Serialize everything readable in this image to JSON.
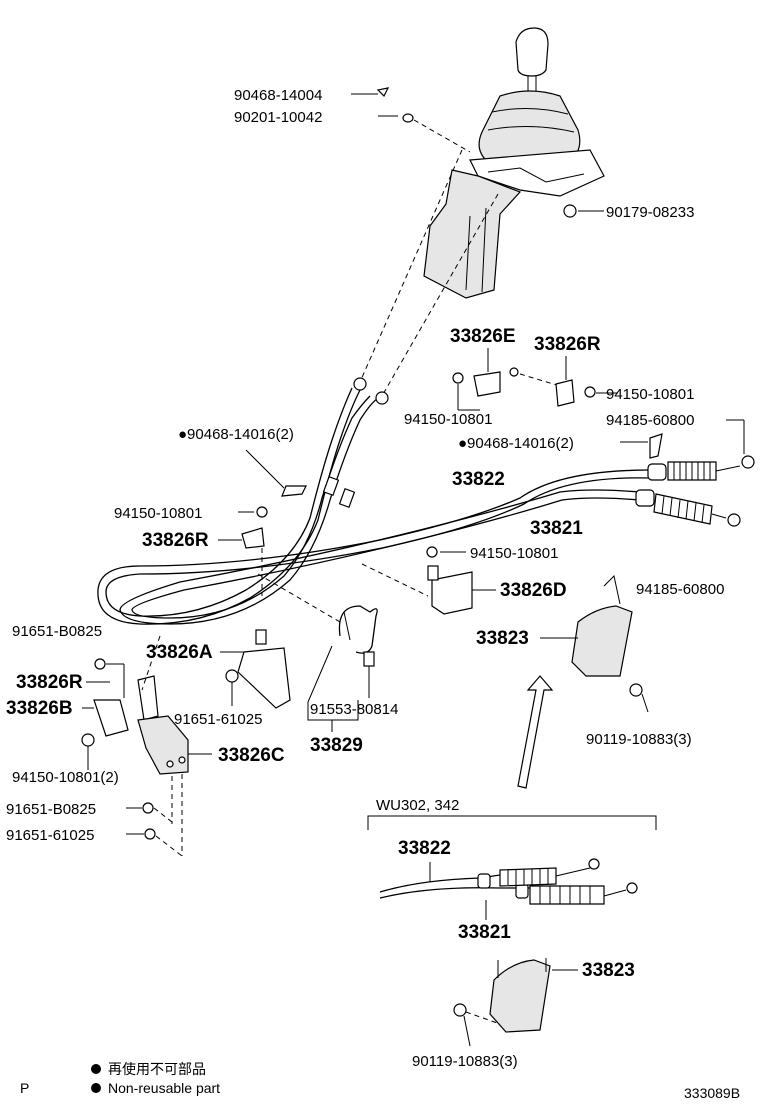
{
  "labels": {
    "p90468_14004": "90468-14004",
    "p90201_10042": "90201-10042",
    "p90179_08233": "90179-08233",
    "p33826E": "33826E",
    "p33826R_top": "33826R",
    "p94150_10801_a": "94150-10801",
    "p94150_10801_b": "94150-10801",
    "p94185_60800_a": "94185-60800",
    "p90468_14016_a": "●90468-14016(2)",
    "p90468_14016_b": "●90468-14016(2)",
    "p33822_main": "33822",
    "p33821_main": "33821",
    "p94150_10801_c": "94150-10801",
    "p33826R_left": "33826R",
    "p94150_10801_d": "94150-10801",
    "p94185_60800_b": "94185-60800",
    "p33826D": "33826D",
    "p33823_main": "33823",
    "p91651_B0825_a": "91651-B0825",
    "p33826A": "33826A",
    "p33826R_low": "33826R",
    "p33826B": "33826B",
    "p91651_61025_a": "91651-61025",
    "p91553_80814": "91553-80814",
    "p33829": "33829",
    "p90119_10883_a": "90119-10883(3)",
    "p94150_10801_2": "94150-10801(2)",
    "p33826C": "33826C",
    "p91651_B0825_b": "91651-B0825",
    "p91651_61025_b": "91651-61025",
    "variant": "WU302, 342",
    "p33822_alt": "33822",
    "p33821_alt": "33821",
    "p33823_alt": "33823",
    "p90119_10883_b": "90119-10883(3)"
  },
  "legend": {
    "jp": "再使用不可部品",
    "en": "Non-reusable part",
    "corner": "P"
  },
  "figure_code": "333089B"
}
